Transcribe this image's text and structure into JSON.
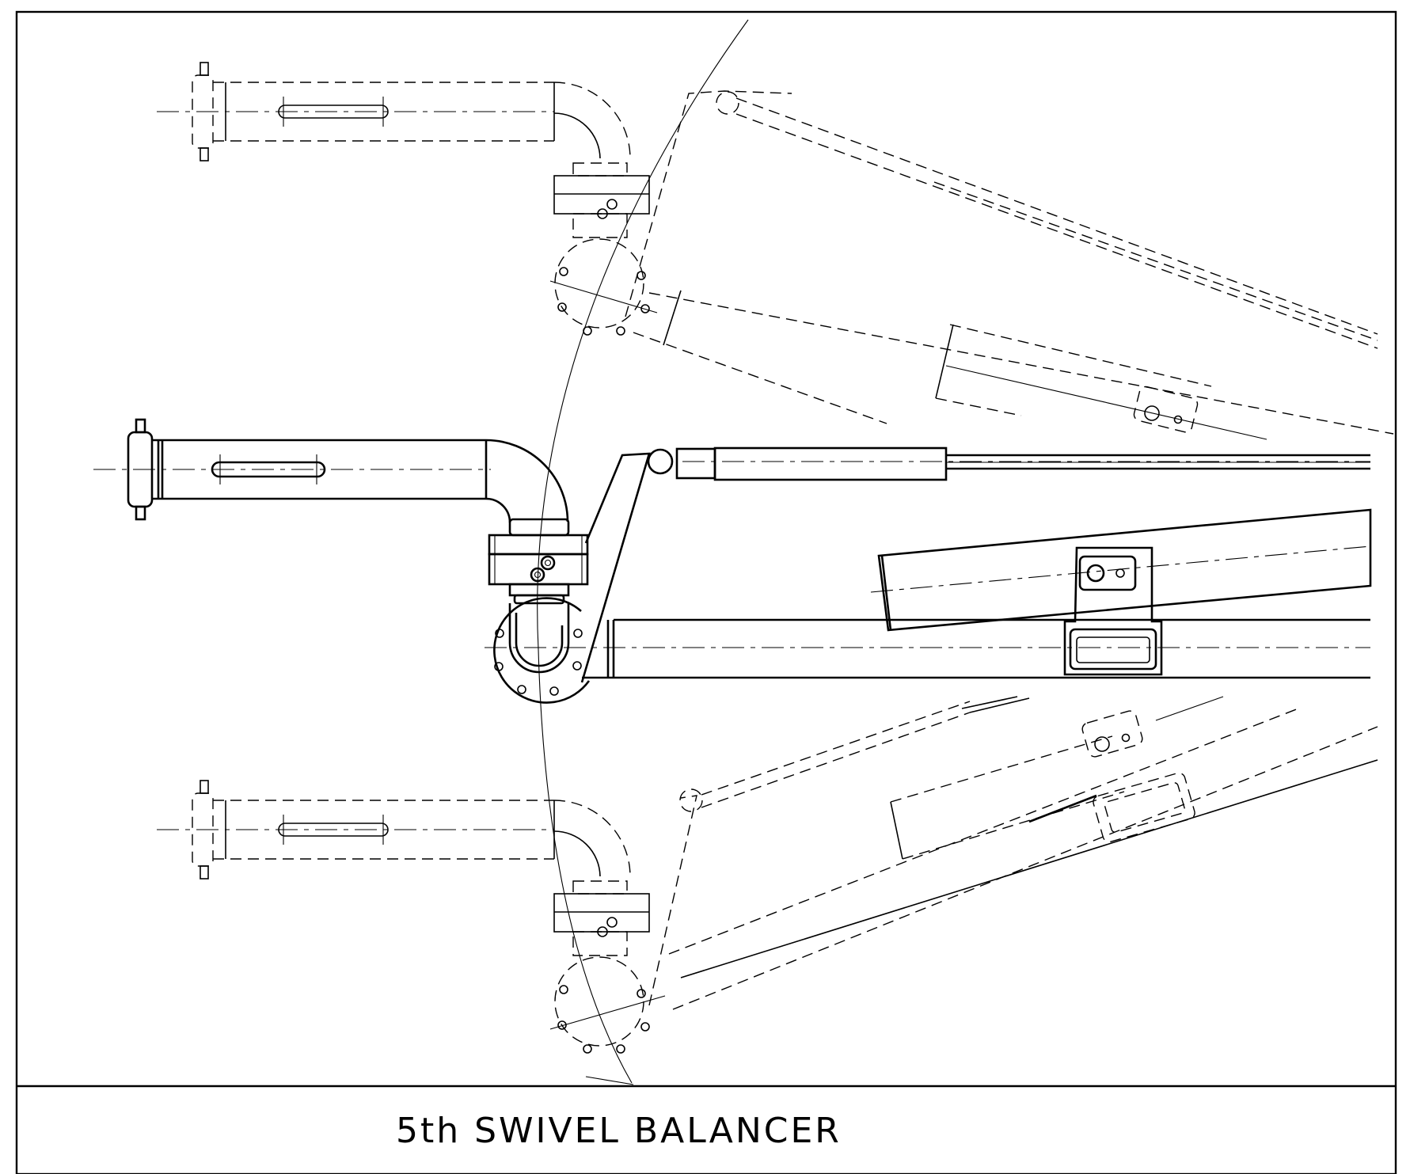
{
  "drawing": {
    "title": "5th SWIVEL BALANCER",
    "line_color": "#000000",
    "background_color": "#ffffff"
  },
  "views": {
    "upper_position": {
      "line_style": "dashed"
    },
    "center_position": {
      "line_style": "solid"
    },
    "lower_position": {
      "line_style": "dashed"
    }
  }
}
